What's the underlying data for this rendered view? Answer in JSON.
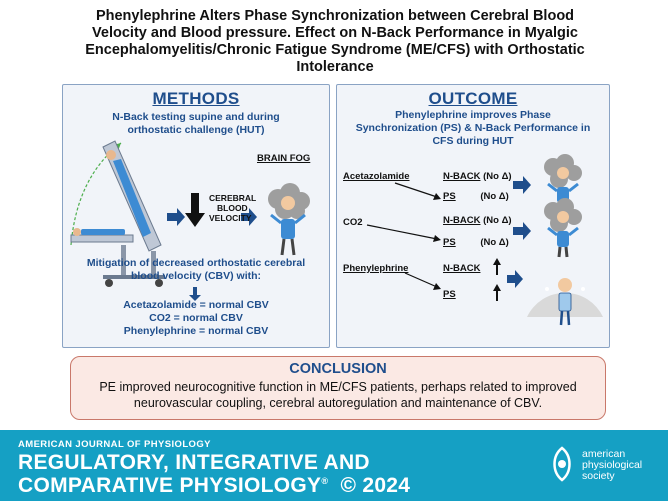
{
  "title": "Phenylephrine Alters Phase Synchronization between Cerebral Blood Velocity and Blood pressure. Effect on N-Back Performance in Myalgic Encephalomyelitis/Chronic Fatigue Syndrome (ME/CFS) with Orthostatic Intolerance",
  "title_lines": [
    "Phenylephrine Alters Phase Synchronization between Cerebral Blood",
    "Velocity and Blood pressure. Effect on N-Back Performance in Myalgic",
    "Encephalomyelitis/Chronic Fatigue Syndrome (ME/CFS) with Orthostatic",
    "Intolerance"
  ],
  "methods": {
    "heading": "METHODS",
    "desc_lines": [
      "N-Back testing supine and during",
      "orthostatic challenge (HUT)"
    ],
    "cbv_lines": [
      "CEREBRAL",
      "BLOOD",
      "VELOCITY"
    ],
    "brain_fog": "BRAIN FOG",
    "mitigation_lines": [
      "Mitigation of decreased orthostatic cerebral",
      "blood velocity (CBV) with:"
    ],
    "results": [
      "Acetazolamide = normal CBV",
      "CO2 = normal CBV",
      "Phenylephrine = normal CBV"
    ]
  },
  "outcome": {
    "heading": "OUTCOME",
    "desc_lines": [
      "Phenylephrine improves Phase",
      "Synchronization (PS) & N-Back Performance in",
      "CFS during HUT"
    ],
    "rows": [
      {
        "agent": "Acetazolamide",
        "nback": "N-BACK",
        "nback_change": "(No Δ)",
        "ps": "PS",
        "ps_change": "(No Δ)"
      },
      {
        "agent": "CO2",
        "nback": "N-BACK",
        "nback_change": "(No Δ)",
        "ps": "PS",
        "ps_change": "(No Δ)"
      },
      {
        "agent": "Phenylephrine",
        "nback": "N-BACK",
        "nback_change": "",
        "ps": "PS",
        "ps_change": ""
      }
    ]
  },
  "conclusion": {
    "heading": "CONCLUSION",
    "body_lines": [
      "PE improved neurocognitive function in ME/CFS patients, perhaps related to improved",
      "neurovascular coupling, cerebral autoregulation and maintenance of CBV."
    ]
  },
  "footer": {
    "journal_super": "AMERICAN JOURNAL OF PHYSIOLOGY",
    "journal_line1": "REGULATORY, INTEGRATIVE AND",
    "journal_line2": "COMPARATIVE PHYSIOLOGY",
    "copyright": "© 2024",
    "publisher_lines": [
      "american",
      "physiological",
      "society"
    ],
    "trademark": "®"
  },
  "colors": {
    "accent": "#1f4e8c",
    "panel_bg": "#f1f4f9",
    "panel_border": "#8aa3c4",
    "conclusion_bg": "#fbe9e4",
    "conclusion_border": "#c9786a",
    "footer_bg": "#15a0c4",
    "fog": "#9e9e9e",
    "figure_blue": "#3d8bd3"
  }
}
